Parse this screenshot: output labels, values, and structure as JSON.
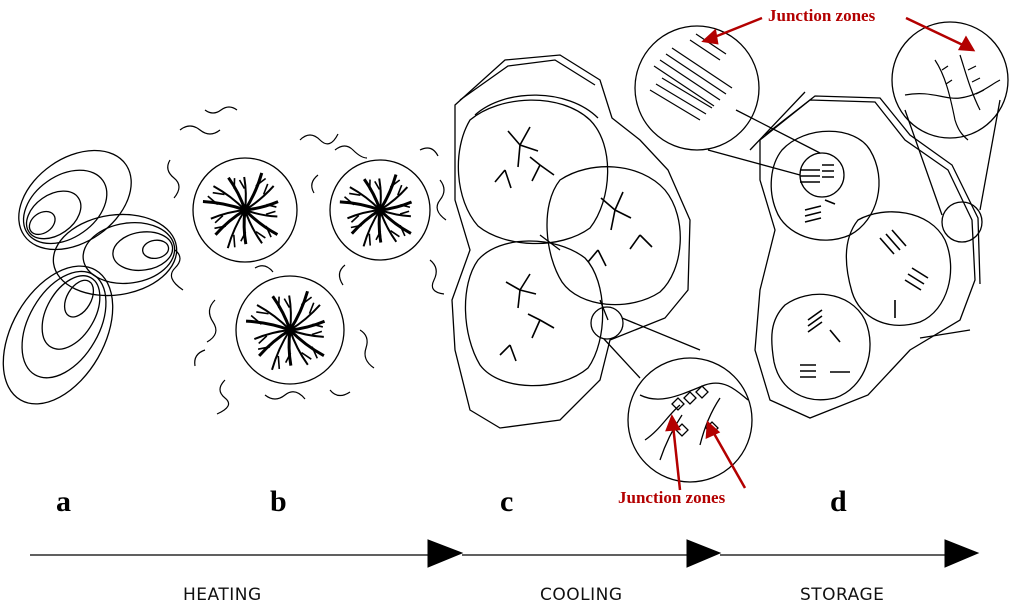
{
  "stages": [
    {
      "key": "a",
      "label": "a"
    },
    {
      "key": "b",
      "label": "b"
    },
    {
      "key": "c",
      "label": "c"
    },
    {
      "key": "d",
      "label": "d"
    }
  ],
  "process": [
    "HEATING",
    "COOLING",
    "STORAGE"
  ],
  "annotations": {
    "junction_top": "Junction zones",
    "junction_bottom": "Junction zones"
  },
  "colors": {
    "line": "#000000",
    "annotation": "#b30000"
  }
}
